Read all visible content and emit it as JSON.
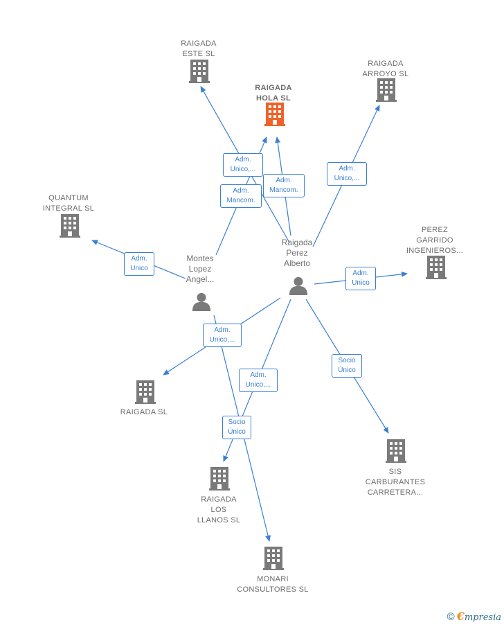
{
  "colors": {
    "edge": "#3a7fd4",
    "company": "#7a7a7a",
    "focus_company": "#f0622a",
    "person": "#7a7a7a"
  },
  "nodes": [
    {
      "id": "hola",
      "type": "company",
      "focus": true,
      "label": "RAIGADA\nHOLA  SL"
    },
    {
      "id": "este",
      "type": "company",
      "label": "RAIGADA\nESTE  SL"
    },
    {
      "id": "arroyo",
      "type": "company",
      "label": "RAIGADA\nARROYO  SL"
    },
    {
      "id": "quantum",
      "type": "company",
      "label": "QUANTUM\nINTEGRAL SL"
    },
    {
      "id": "perez_garrido",
      "type": "company",
      "label": "PEREZ\nGARRIDO\nINGENIEROS..."
    },
    {
      "id": "raigada_sl",
      "type": "company",
      "label": "RAIGADA SL"
    },
    {
      "id": "sis",
      "type": "company",
      "label": "SIS\nCARBURANTES\nCARRETERA..."
    },
    {
      "id": "llanos",
      "type": "company",
      "label": "RAIGADA\nLOS\nLLANOS  SL"
    },
    {
      "id": "monari",
      "type": "company",
      "label": "MONARI\nCONSULTORES SL"
    },
    {
      "id": "montes",
      "type": "person",
      "label": "Montes\nLopez\nAngel..."
    },
    {
      "id": "raigada_p",
      "type": "person",
      "label": "Raigada\nPerez\nAlberto"
    }
  ],
  "edges": [
    {
      "from": "montes",
      "to": "hola",
      "label": "Adm.\nMancom."
    },
    {
      "from": "raigada_p",
      "to": "hola",
      "label": "Adm.\nMancom."
    },
    {
      "from": "raigada_p",
      "to": "este",
      "label": "Adm.\nUnico,..."
    },
    {
      "from": "raigada_p",
      "to": "arroyo",
      "label": "Adm.\nUnico,..."
    },
    {
      "from": "montes",
      "to": "quantum",
      "label": "Adm.\nUnico"
    },
    {
      "from": "raigada_p",
      "to": "perez_garrido",
      "label": "Adm.\nUnico"
    },
    {
      "from": "raigada_p",
      "to": "raigada_sl",
      "label": "Adm.\nUnico,..."
    },
    {
      "from": "raigada_p",
      "to": "llanos",
      "label": "Adm.\nUnico,..."
    },
    {
      "from": "montes",
      "to": "monari",
      "label": "Socio\nÚnico"
    },
    {
      "from": "raigada_p",
      "to": "sis",
      "label": "Socio\nÚnico"
    }
  ],
  "footer": {
    "copyright": "©",
    "brand_initial": "€",
    "brand_rest": "mpresia"
  }
}
